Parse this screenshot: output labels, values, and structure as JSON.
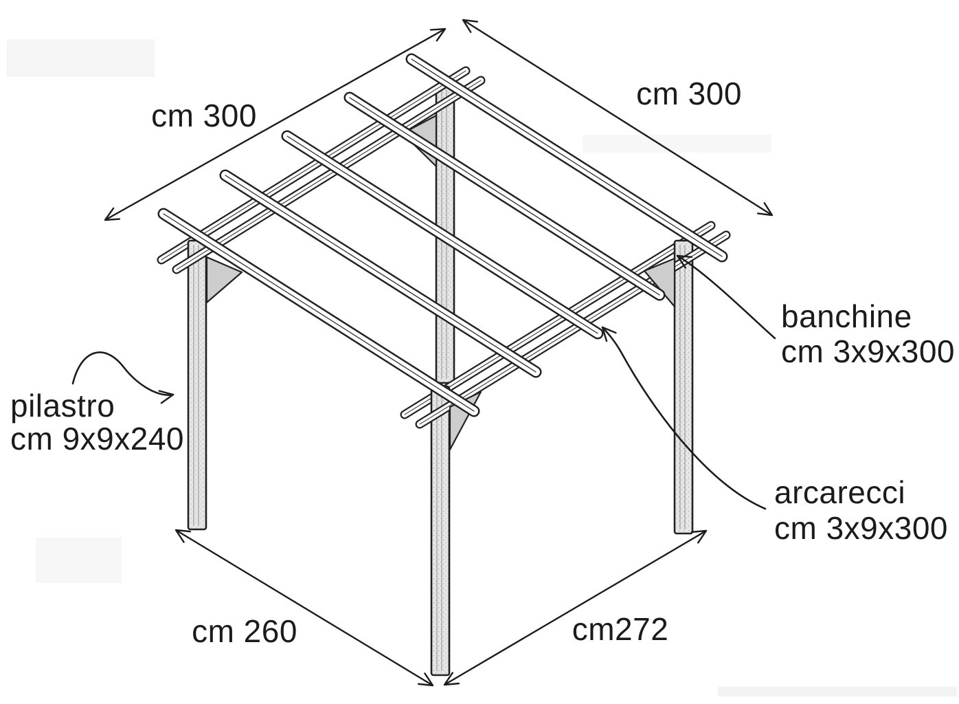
{
  "diagram": {
    "type": "pergola-assembly-drawing",
    "dimension_labels": {
      "roof_depth": "cm 300",
      "roof_width": "cm 300",
      "base_left": "cm 260",
      "base_right": "cm272"
    },
    "part_labels": {
      "pilastro": {
        "name": "pilastro",
        "size": "cm 9x9x240"
      },
      "banchine": {
        "name": "banchine",
        "size": "cm 3x9x300"
      },
      "arcarecci": {
        "name": "arcarecci",
        "size": "cm 3x9x300"
      }
    },
    "colors": {
      "line": "#1c1c1c",
      "post_fill": "#e6e6e6",
      "beam_fill": "#ffffff",
      "brace_fill": "#cdcdcd",
      "background": "#ffffff"
    }
  }
}
